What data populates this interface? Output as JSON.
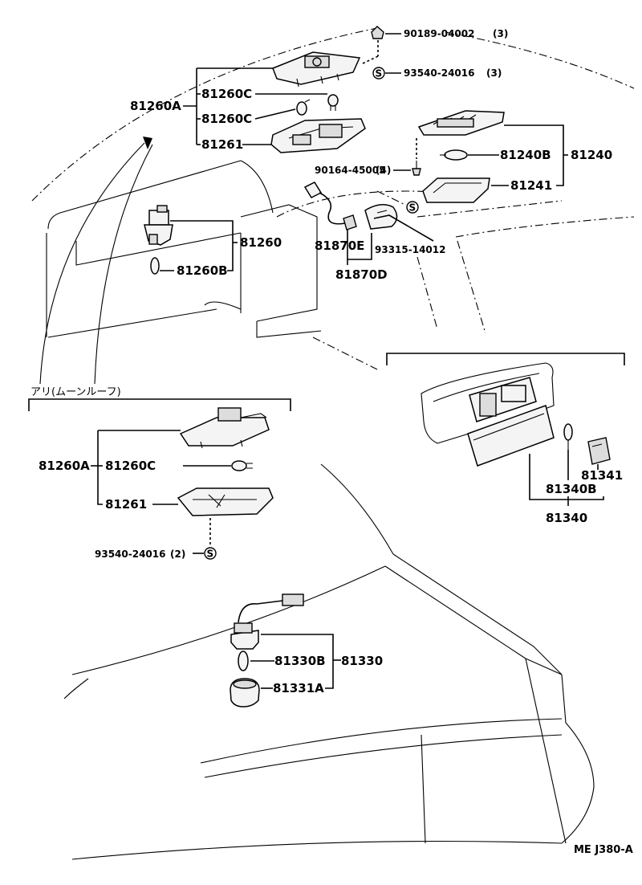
{
  "diagram": {
    "labels": {
      "p90189": "90189-04002",
      "p90189_qty": "(3)",
      "p93540a": "93540-24016",
      "p93540a_qty": "(3)",
      "p81260A_top": "81260A",
      "p81260C_1": "81260C",
      "p81260C_2": "81260C",
      "p81261_top": "81261",
      "p90164": "90164-45005",
      "p90164_qty": "(4)",
      "p81240B": "81240B",
      "p81240": "81240",
      "p81241": "81241",
      "p81260": "81260",
      "p81260B": "81260B",
      "p81870E": "81870E",
      "p81870D": "81870D",
      "p93315": "93315-14012",
      "note_moonroof": "アリ(ムーンルーフ)",
      "p81260A_bot": "81260A",
      "p81260C_bot": "81260C",
      "p81261_bot": "81261",
      "p93540b": "93540-24016",
      "p93540b_qty": "(2)",
      "p81341": "81341",
      "p81340B": "81340B",
      "p81340": "81340",
      "p81330B": "81330B",
      "p81330": "81330",
      "p81331A": "81331A",
      "ref_code": "ME J380-A",
      "s_mark": "S"
    }
  }
}
